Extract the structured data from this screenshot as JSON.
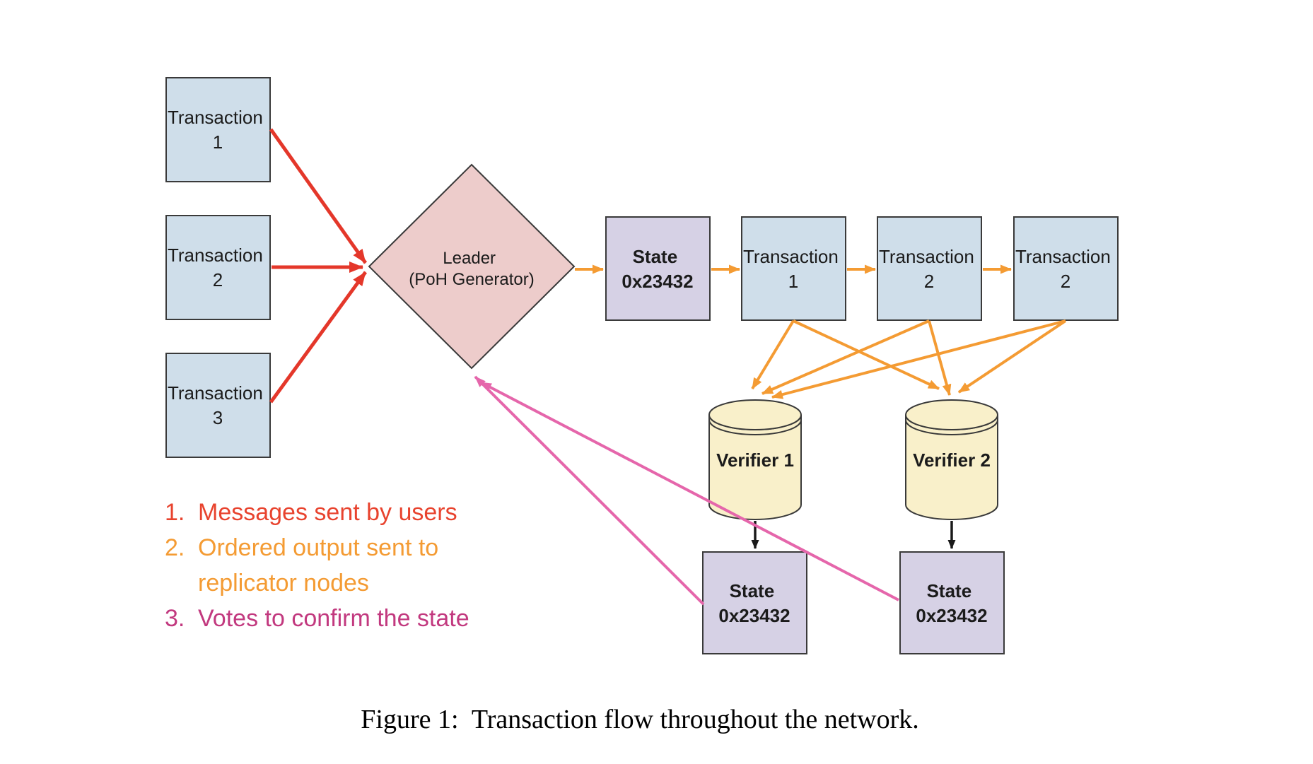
{
  "colors": {
    "background": "#ffffff",
    "node_blue": "#cfdeea",
    "node_pink": "#edcccb",
    "node_purple": "#d6d1e5",
    "node_yellow": "#f9f0ca",
    "node_border": "#3a3a3a",
    "arrow_red": "#e4372a",
    "arrow_orange": "#f49b33",
    "arrow_pink": "#e566ab",
    "arrow_black": "#1a1a1a",
    "text": "#1b1b1b"
  },
  "nodes": {
    "tx1": {
      "line1": "Transaction",
      "line2": "1"
    },
    "tx2": {
      "line1": "Transaction",
      "line2": "2"
    },
    "tx3": {
      "line1": "Transaction",
      "line2": "3"
    },
    "leader": {
      "line1": "Leader",
      "line2": "(PoH Generator)"
    },
    "state_top": {
      "line1": "State",
      "line2": "0x23432"
    },
    "rtx1": {
      "line1": "Transaction",
      "line2": "1"
    },
    "rtx2": {
      "line1": "Transaction",
      "line2": "2"
    },
    "rtx3": {
      "line1": "Transaction",
      "line2": "2"
    },
    "verifier1": {
      "label": "Verifier 1"
    },
    "verifier2": {
      "label": "Verifier 2"
    },
    "state1": {
      "line1": "State",
      "line2": "0x23432"
    },
    "state2": {
      "line1": "State",
      "line2": "0x23432"
    }
  },
  "legend": {
    "items": [
      {
        "number": "1.",
        "text": "Messages sent by users",
        "color": "#e8432e"
      },
      {
        "number": "2.",
        "text": "Ordered output sent to replicator nodes",
        "color": "#f49b33"
      },
      {
        "number": "3.",
        "text": "Votes to confirm the state",
        "color": "#c2397f"
      }
    ]
  },
  "caption": "Figure 1:  Transaction flow throughout the network."
}
